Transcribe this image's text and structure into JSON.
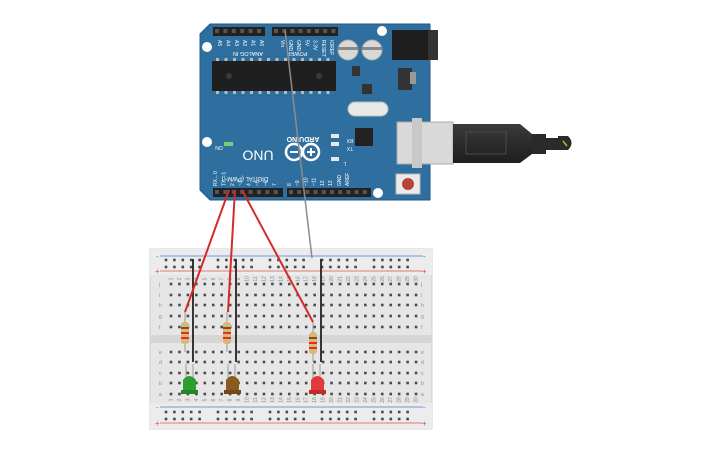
{
  "colors": {
    "board": "#2f6f9f",
    "board_edge": "#245a84",
    "breadboard": "#e6e6e6",
    "wire_red": "#d12b2b",
    "wire_gray": "#8c8c8c",
    "rail_red": "#e05050",
    "rail_blue": "#4a7bd0",
    "led_green": "#2e9e2e",
    "led_brown": "#8a5a1e",
    "led_red": "#e23a3a"
  },
  "arduino": {
    "brand": "ARDUINO",
    "model": "UNO",
    "on_label": "ON",
    "power_label": "POWER",
    "analog_label": "ANALOG IN",
    "digital_label": "DIGITAL (PWM~)",
    "tx_label": "TX",
    "rx_label": "RX",
    "l_label": "L",
    "aref_label": "AREF",
    "gnd_label": "GND",
    "power_pins": [
      "IOREF",
      "RESET",
      "3.3V",
      "5V",
      "GND",
      "GND",
      "Vin"
    ],
    "analog_pins": [
      "A0",
      "A1",
      "A2",
      "A3",
      "A4",
      "A5"
    ],
    "digital_pins": [
      "RX←0",
      "TX→1",
      "2",
      "~3",
      "4",
      "~5",
      "~6",
      "7",
      "8",
      "~9",
      "~10",
      "~11",
      "12",
      "13"
    ]
  },
  "breadboard": {
    "row_letters_top": [
      "j",
      "i",
      "h",
      "g",
      "f"
    ],
    "row_letters_bottom": [
      "e",
      "d",
      "c",
      "b",
      "a"
    ],
    "column_numbers": [
      "1",
      "2",
      "3",
      "4",
      "5",
      "6",
      "7",
      "8",
      "9",
      "10",
      "11",
      "12",
      "13",
      "14",
      "15",
      "16",
      "17",
      "18",
      "19",
      "20",
      "21",
      "22",
      "23",
      "24",
      "25",
      "26",
      "27",
      "28",
      "29",
      "30"
    ],
    "plus": "+",
    "minus": "-"
  },
  "components": {
    "leds": [
      {
        "name": "green-led",
        "color": "led_green"
      },
      {
        "name": "brown-led",
        "color": "led_brown"
      },
      {
        "name": "red-led",
        "color": "led_red"
      }
    ],
    "resistors": [
      "resistor-1",
      "resistor-2",
      "resistor-3"
    ]
  }
}
